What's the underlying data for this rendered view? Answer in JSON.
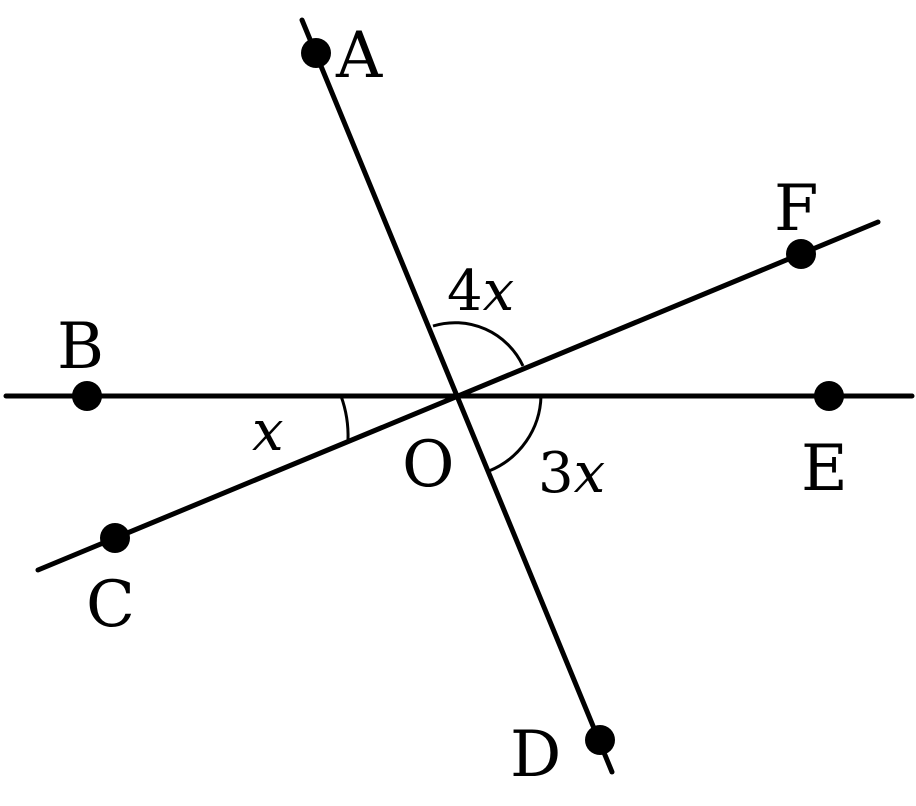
{
  "points": {
    "A": "A",
    "B": "B",
    "C": "C",
    "D": "D",
    "E": "E",
    "F": "F",
    "O": "O"
  },
  "angles": {
    "BOC": {
      "coef": "",
      "var": "x"
    },
    "AOF": {
      "coef": "4",
      "var": "x"
    },
    "EOD": {
      "coef": "3",
      "var": "x"
    }
  },
  "colors": {
    "ink": "#000000",
    "background": "#ffffff"
  }
}
